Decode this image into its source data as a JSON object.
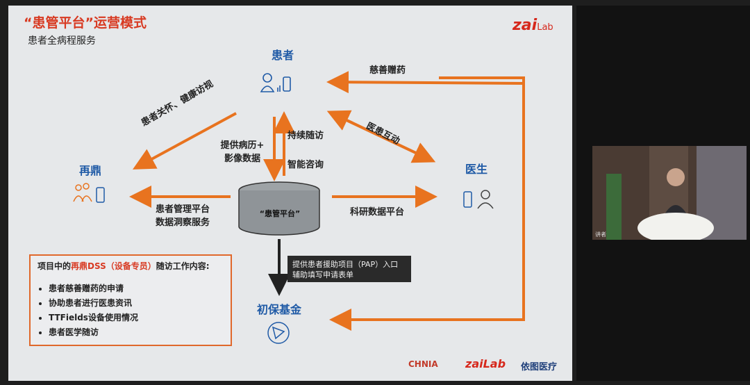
{
  "slide": {
    "title": "“患管平台”运营模式",
    "subtitle": "患者全病程服务",
    "logo": {
      "main": "zai",
      "suffix": "Lab"
    },
    "nodes": {
      "patient": "患者",
      "zaiding": "再鼎",
      "doctor": "医生",
      "fund": "初保基金",
      "platform": "“患管平台”"
    },
    "edges": {
      "charity": "慈善赠药",
      "care": "患者关怀、健康访视",
      "interaction": "医患互动",
      "records": [
        "提供病历+",
        "影像数据"
      ],
      "followup": "持续随访",
      "consult": "智能咨询",
      "mgmt": [
        "患者管理平台",
        "数据洞察服务"
      ],
      "research": "科研数据平台"
    },
    "pap": [
      "提供患者援助项目（PAP）入口",
      "辅助填写申请表单"
    ],
    "box": {
      "title_prefix": "项目中的",
      "title_highlight": "再鼎DSS（设备专员）",
      "title_suffix": "随访工作内容:",
      "items": [
        "患者慈善赠药的申请",
        "协助患者进行医患资讯",
        "TTFields设备使用情况",
        "患者医学随访"
      ]
    },
    "footer_logos": [
      "CHNIA",
      "zaiLab",
      "依图医疗"
    ]
  },
  "video": {
    "name": "讲者"
  },
  "colors": {
    "accent": "#e8731f",
    "node_blue": "#1f5aa6",
    "title_red": "#d83a22"
  },
  "icons": [
    "patient-icon",
    "zaiding-icon",
    "doctor-icon",
    "fund-icon",
    "database-icon"
  ]
}
